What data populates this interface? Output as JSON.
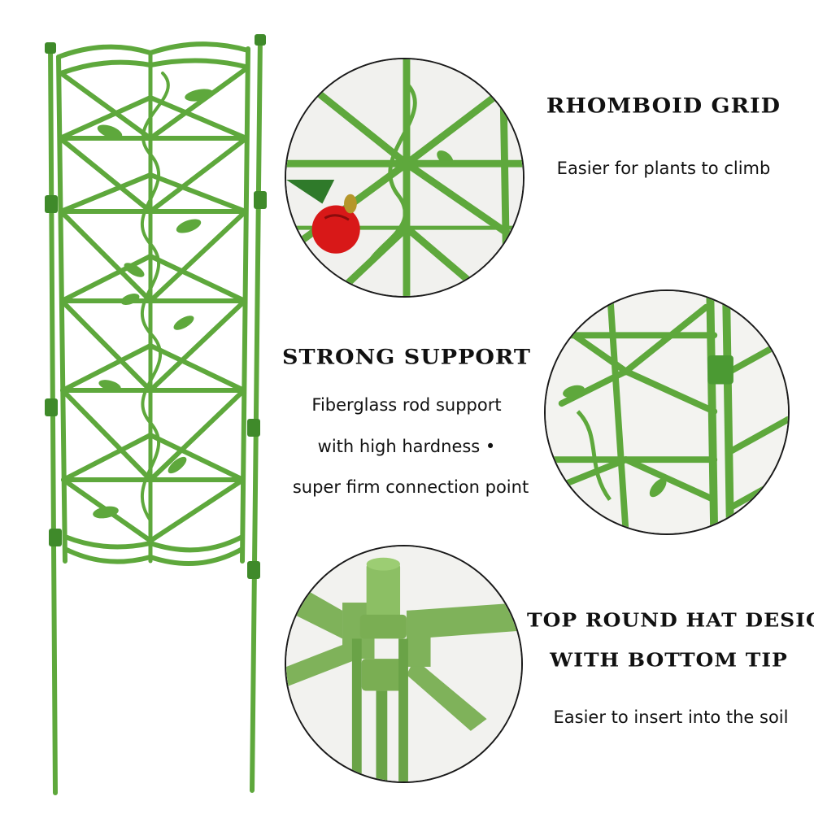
{
  "features": [
    {
      "heading": "RHOMBOID GRID",
      "lines": [
        "Easier for plants to climb"
      ]
    },
    {
      "heading": "STRONG SUPPORT",
      "lines": [
        "Fiberglass rod support",
        "with high hardness •",
        "super firm connection point"
      ]
    },
    {
      "heading_lines": [
        "TOP ROUND HAT DESIGN",
        "WITH BOTTOM TIP"
      ],
      "lines": [
        "Easier to insert into the soil"
      ]
    }
  ],
  "colors": {
    "trellis_green": "#5ea83c",
    "trellis_dark": "#3f8a2a",
    "flower_red": "#d81818",
    "text": "#111111",
    "background": "#ffffff"
  },
  "images": [
    {
      "name": "trellis-product-photo"
    },
    {
      "name": "rhomboid-grid-closeup"
    },
    {
      "name": "connection-point-closeup"
    },
    {
      "name": "round-hat-closeup"
    }
  ]
}
